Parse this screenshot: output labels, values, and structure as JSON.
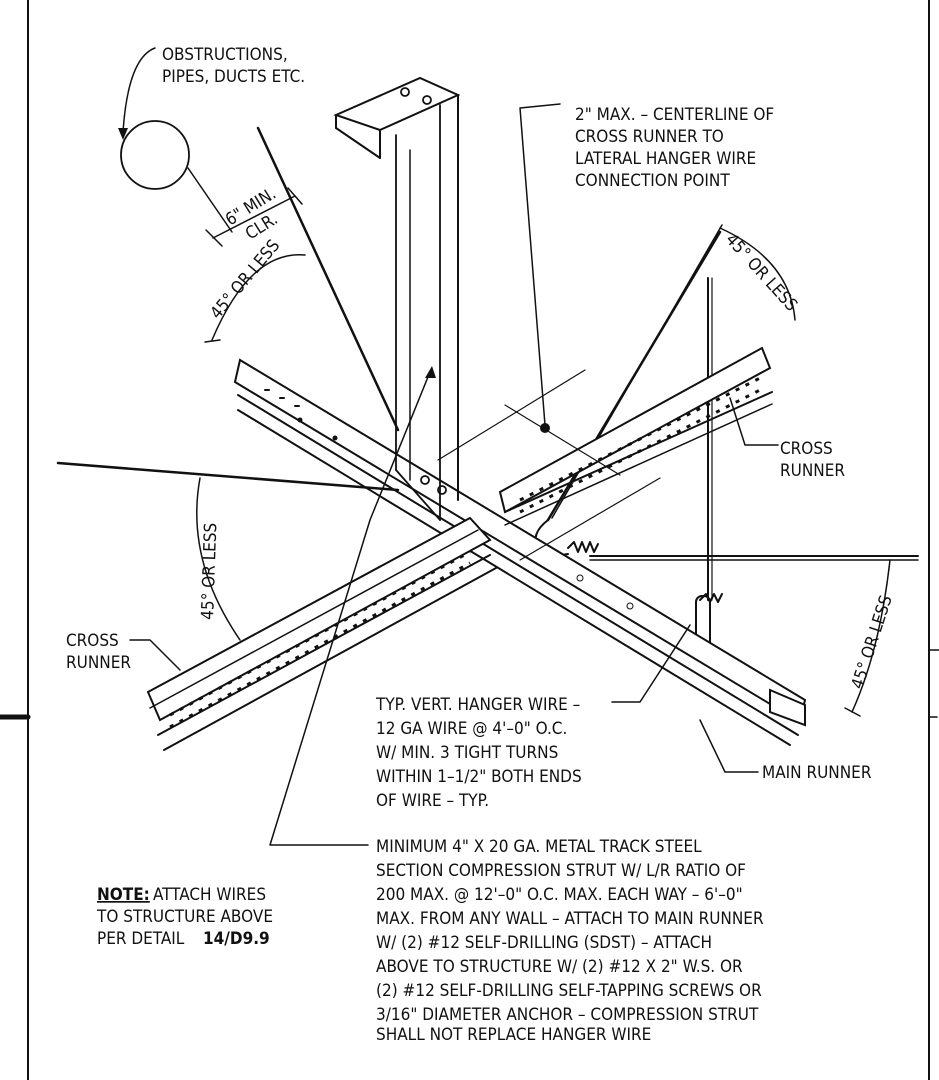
{
  "labels": {
    "obstructions": [
      "OBSTRUCTIONS,",
      "PIPES, DUCTS ETC."
    ],
    "clearance_top": "6\" MIN.",
    "clearance_bottom": "CLR.",
    "angle_upper_left": "45° OR LESS",
    "angle_upper_right": "45° OR LESS",
    "angle_left": "45° OR LESS",
    "angle_right": "45° OR LESS",
    "centerline_note": [
      "2\" MAX. – CENTERLINE OF",
      "CROSS RUNNER TO",
      "LATERAL HANGER WIRE",
      "CONNECTION POINT"
    ],
    "cross_runner_right": [
      "CROSS",
      "RUNNER"
    ],
    "cross_runner_left": [
      "CROSS",
      "RUNNER"
    ],
    "main_runner": "MAIN RUNNER",
    "hanger_wire_note": [
      "TYP. VERT. HANGER WIRE –",
      "12 GA WIRE @ 4'–0\" O.C.",
      "W/ MIN. 3 TIGHT TURNS",
      "WITHIN 1–1/2\" BOTH ENDS",
      "OF WIRE – TYP."
    ],
    "strut_note": [
      "MINIMUM 4\" X 20 GA. METAL TRACK STEEL",
      "SECTION COMPRESSION STRUT W/ L/R RATIO OF",
      "200 MAX. @ 12'–0\" O.C. MAX. EACH WAY – 6'–0\"",
      "MAX. FROM ANY WALL – ATTACH TO MAIN RUNNER",
      "W/ (2) #12 SELF-DRILLING (SDST) – ATTACH",
      "ABOVE TO STRUCTURE W/ (2) #12 X 2\" W.S. OR",
      "(2) #12 SELF-DRILLING SELF-TAPPING SCREWS OR",
      "3/16\" DIAMETER ANCHOR – COMPRESSION STRUT",
      "SHALL NOT REPLACE HANGER WIRE"
    ],
    "note_heading": "NOTE:",
    "note_line1_rest": "ATTACH WIRES",
    "note_line2": "TO STRUCTURE ABOVE",
    "note_line3_prefix": "PER DETAIL",
    "note_line3_ref": "14/D9.9"
  }
}
